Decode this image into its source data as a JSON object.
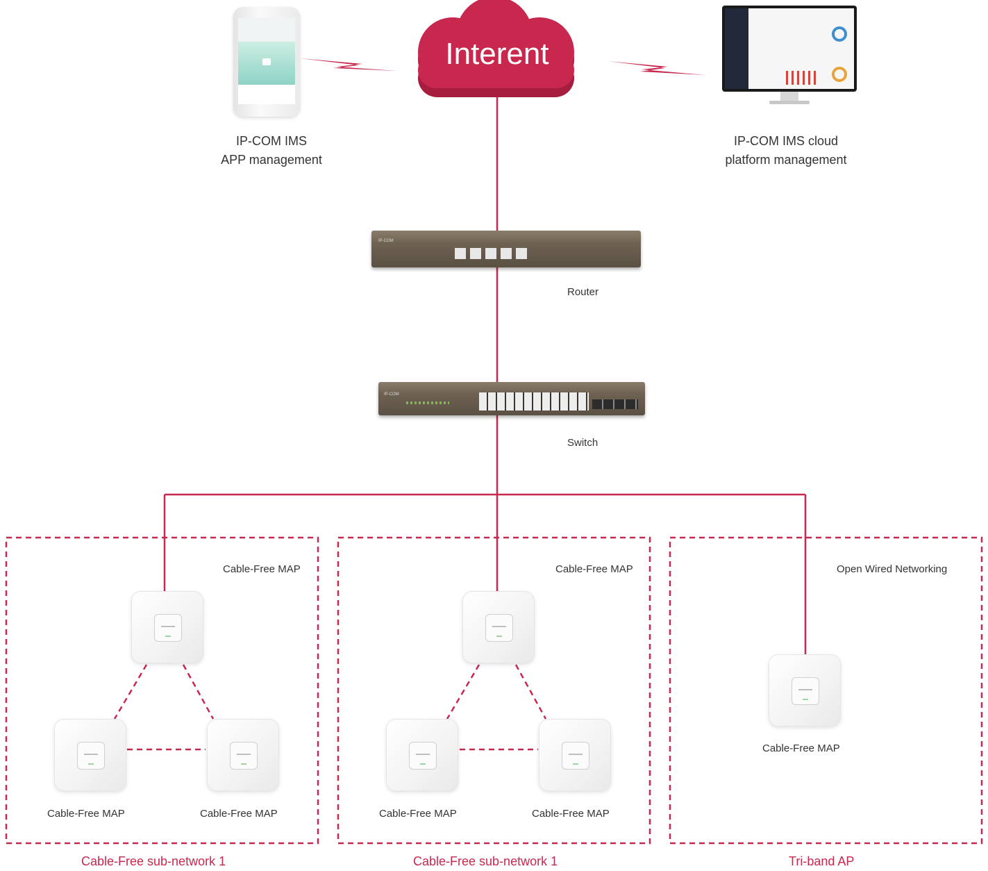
{
  "cloud": {
    "label": "Interent",
    "color": "#c8284e"
  },
  "app": {
    "line1": "IP-COM IMS",
    "line2": "APP management"
  },
  "cloud_platform": {
    "line1": "IP-COM IMS cloud",
    "line2": "platform management"
  },
  "router": {
    "label": "Router",
    "brand": "IP-COM"
  },
  "switch": {
    "label": "Switch",
    "brand": "IP-COM"
  },
  "groups": [
    {
      "title": "Cable-Free sub-network 1",
      "header": "Cable-Free MAP",
      "left_ap": "Cable-Free MAP",
      "right_ap": "Cable-Free MAP"
    },
    {
      "title": "Cable-Free sub-network 1",
      "header": "Cable-Free MAP",
      "left_ap": "Cable-Free MAP",
      "right_ap": "Cable-Free MAP"
    },
    {
      "title": "Tri-band AP",
      "header": "Open Wired Networking",
      "ap": "Cable-Free MAP"
    }
  ],
  "colors": {
    "accent": "#c8284e",
    "device_body": "#6e6252"
  }
}
